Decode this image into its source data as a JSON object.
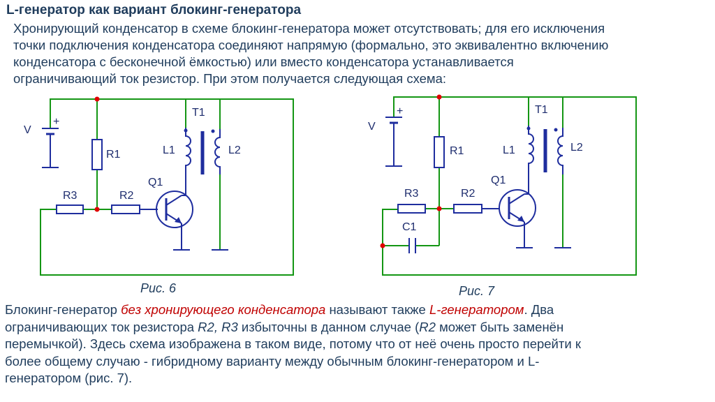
{
  "title": "L-генератор как вариант блокинг-генератора",
  "intro_lines": [
    "Хронирующий конденсатор в схеме блокинг-генератора может отсутствовать; для его исключения",
    "точки подключения конденсатора соединяют напрямую (формально, это эквивалентно включению",
    "конденсатора с бесконечной ёмкостью) или вместо конденсатора устанавливается",
    "ограничивающий ток резистор. При этом получается следующая схема:"
  ],
  "figure1": {
    "caption": "Рис. 6",
    "labels": {
      "v": "V",
      "plus": "+",
      "r1": "R1",
      "r2": "R2",
      "r3": "R3",
      "q1": "Q1",
      "l1": "L1",
      "l2": "L2",
      "t1": "T1"
    }
  },
  "figure2": {
    "caption": "Рис. 7",
    "labels": {
      "v": "V",
      "plus": "+",
      "r1": "R1",
      "r2": "R2",
      "r3": "R3",
      "c1": "C1",
      "q1": "Q1",
      "l1": "L1",
      "l2": "L2",
      "t1": "T1"
    }
  },
  "body": {
    "line1_a": "Блокинг-генератор ",
    "line1_b": "без хронирующего конденсатора",
    "line1_c": " называют также ",
    "line1_d": "L-генератором",
    "line1_e": ". Два",
    "line2_a": "ограничивающих ток резистора ",
    "line2_b": "R2, R3",
    "line2_c": " избыточны в данном случае (",
    "line2_d": "R2",
    "line2_e": " может быть заменён",
    "line3": "перемычкой). Здесь схема изображена в таком виде, потому что от неё очень просто перейти к",
    "line4": "более общему случаю - гибридному варианту между обычным блокинг-генератором и L-",
    "line5": "генератором (рис. 7)."
  },
  "colors": {
    "wire_green": "#149614",
    "wire_blue": "#1e2d9e",
    "node_red": "#e00000",
    "text": "#1f3c5c",
    "accent_red": "#c00000"
  }
}
